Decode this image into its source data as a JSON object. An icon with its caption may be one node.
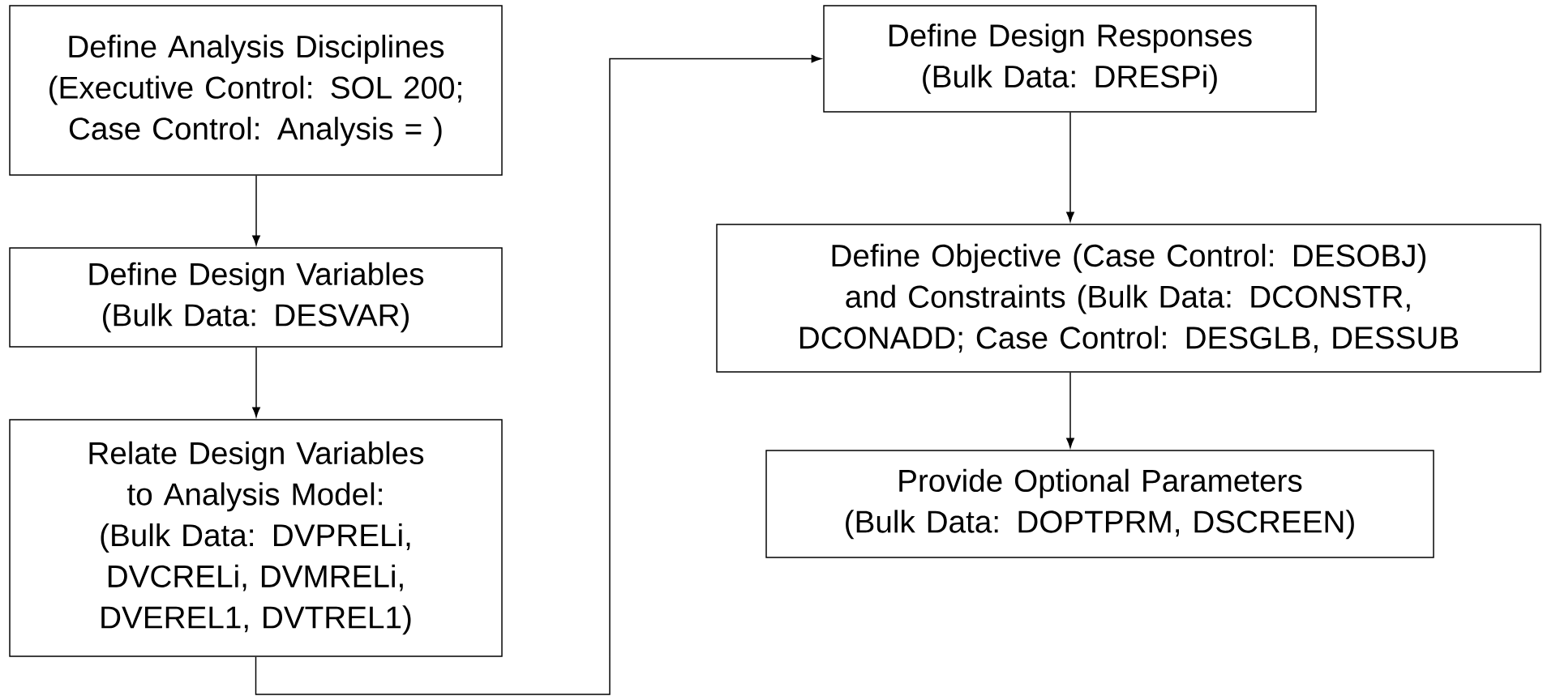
{
  "diagram": {
    "nodes": [
      {
        "text": [
          "Define Analysis Disciplines",
          "(Executive Control: SOL 200; Case Control:  Analysis = )"
        ]
      },
      {
        "text": [
          "Define Design Variables",
          "(Bulk Data: DESVAR)"
        ]
      },
      {
        "text": [
          "Relate Design Variables to Analysis Model:",
          "(Bulk Data: DVPRELi, DVCRELi, DVMRELi, DVEREL1, DVTREL1)"
        ]
      },
      {
        "text": [
          "Define Design Responses",
          "(Bulk Data: DRESPi)"
        ]
      },
      {
        "text": [
          "Define Objective (Case Control: DESOBJ) and Constraints (Bulk Data: DCONSTR, DCONADD; Case Control: DESGLB, DESSUB"
        ]
      },
      {
        "text": [
          "Provide Optional Parameters",
          "(Bulk Data: DOPTPRM, DSCREEN)"
        ]
      }
    ],
    "edges": [
      {
        "from": 0,
        "to": 1,
        "arrow": "to"
      },
      {
        "from": 1,
        "to": 2,
        "arrow": "to"
      },
      {
        "from": 2,
        "to": 3,
        "arrow": "to"
      },
      {
        "from": 3,
        "to": 4,
        "arrow": "to"
      },
      {
        "from": 4,
        "to": 5,
        "arrow": "to"
      }
    ]
  }
}
